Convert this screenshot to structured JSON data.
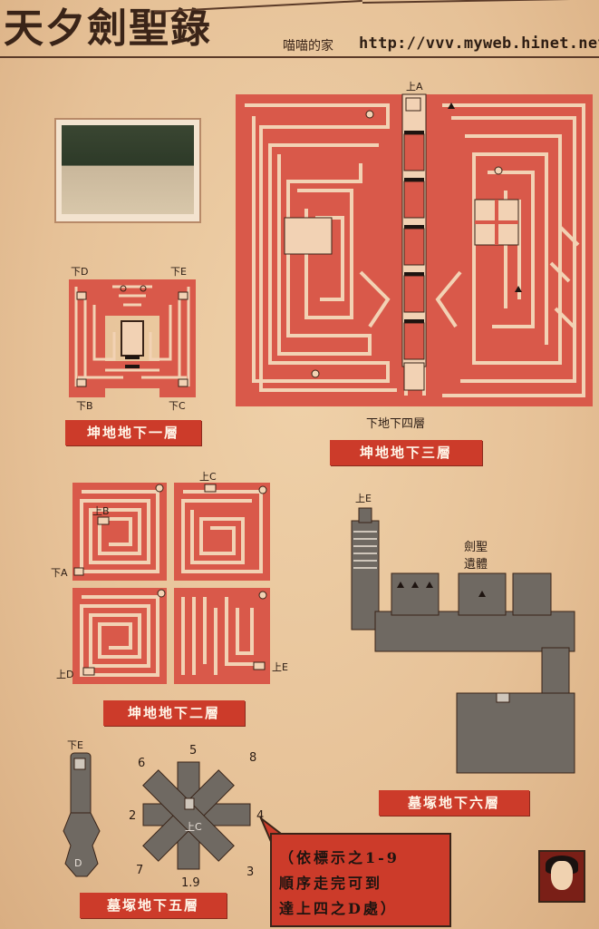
{
  "header": {
    "title": "天夕劍聖錄",
    "site": "喵喵的家",
    "url": "http://vvv.myweb.hinet.net"
  },
  "maps": {
    "b1": {
      "label": "坤地地下一層",
      "markers": {
        "d": "下D",
        "e": "下E",
        "b": "下B",
        "c": "下C"
      }
    },
    "b3": {
      "label": "坤地地下三層",
      "caption": "下地下四層",
      "marker_a": "上A"
    },
    "b2": {
      "label": "坤地地下二層",
      "markers": {
        "c": "上C",
        "b": "上B",
        "a": "下A",
        "d": "上D",
        "e": "上E"
      }
    },
    "b6": {
      "label": "墓塚地下六層",
      "marker_e": "上E",
      "relic": "劍聖遺體"
    },
    "b5": {
      "label": "墓塚地下五層",
      "marker_e": "下E",
      "marker_d": "D",
      "marker_c": "上C",
      "numbers": {
        "n5": "5",
        "n6": "6",
        "n8": "8",
        "n2": "2",
        "n4": "4",
        "n7": "7",
        "n3": "3",
        "n19": "1.9"
      }
    }
  },
  "note": {
    "line1": "（依標示之1-9",
    "line2": "順序走完可到",
    "line3": "達上四之D處）"
  },
  "colors": {
    "maze_red": "#d9594a",
    "maze_wall": "#f2d2b4",
    "tomb_gray": "#6f6962",
    "label_red": "#cc3b2a"
  }
}
